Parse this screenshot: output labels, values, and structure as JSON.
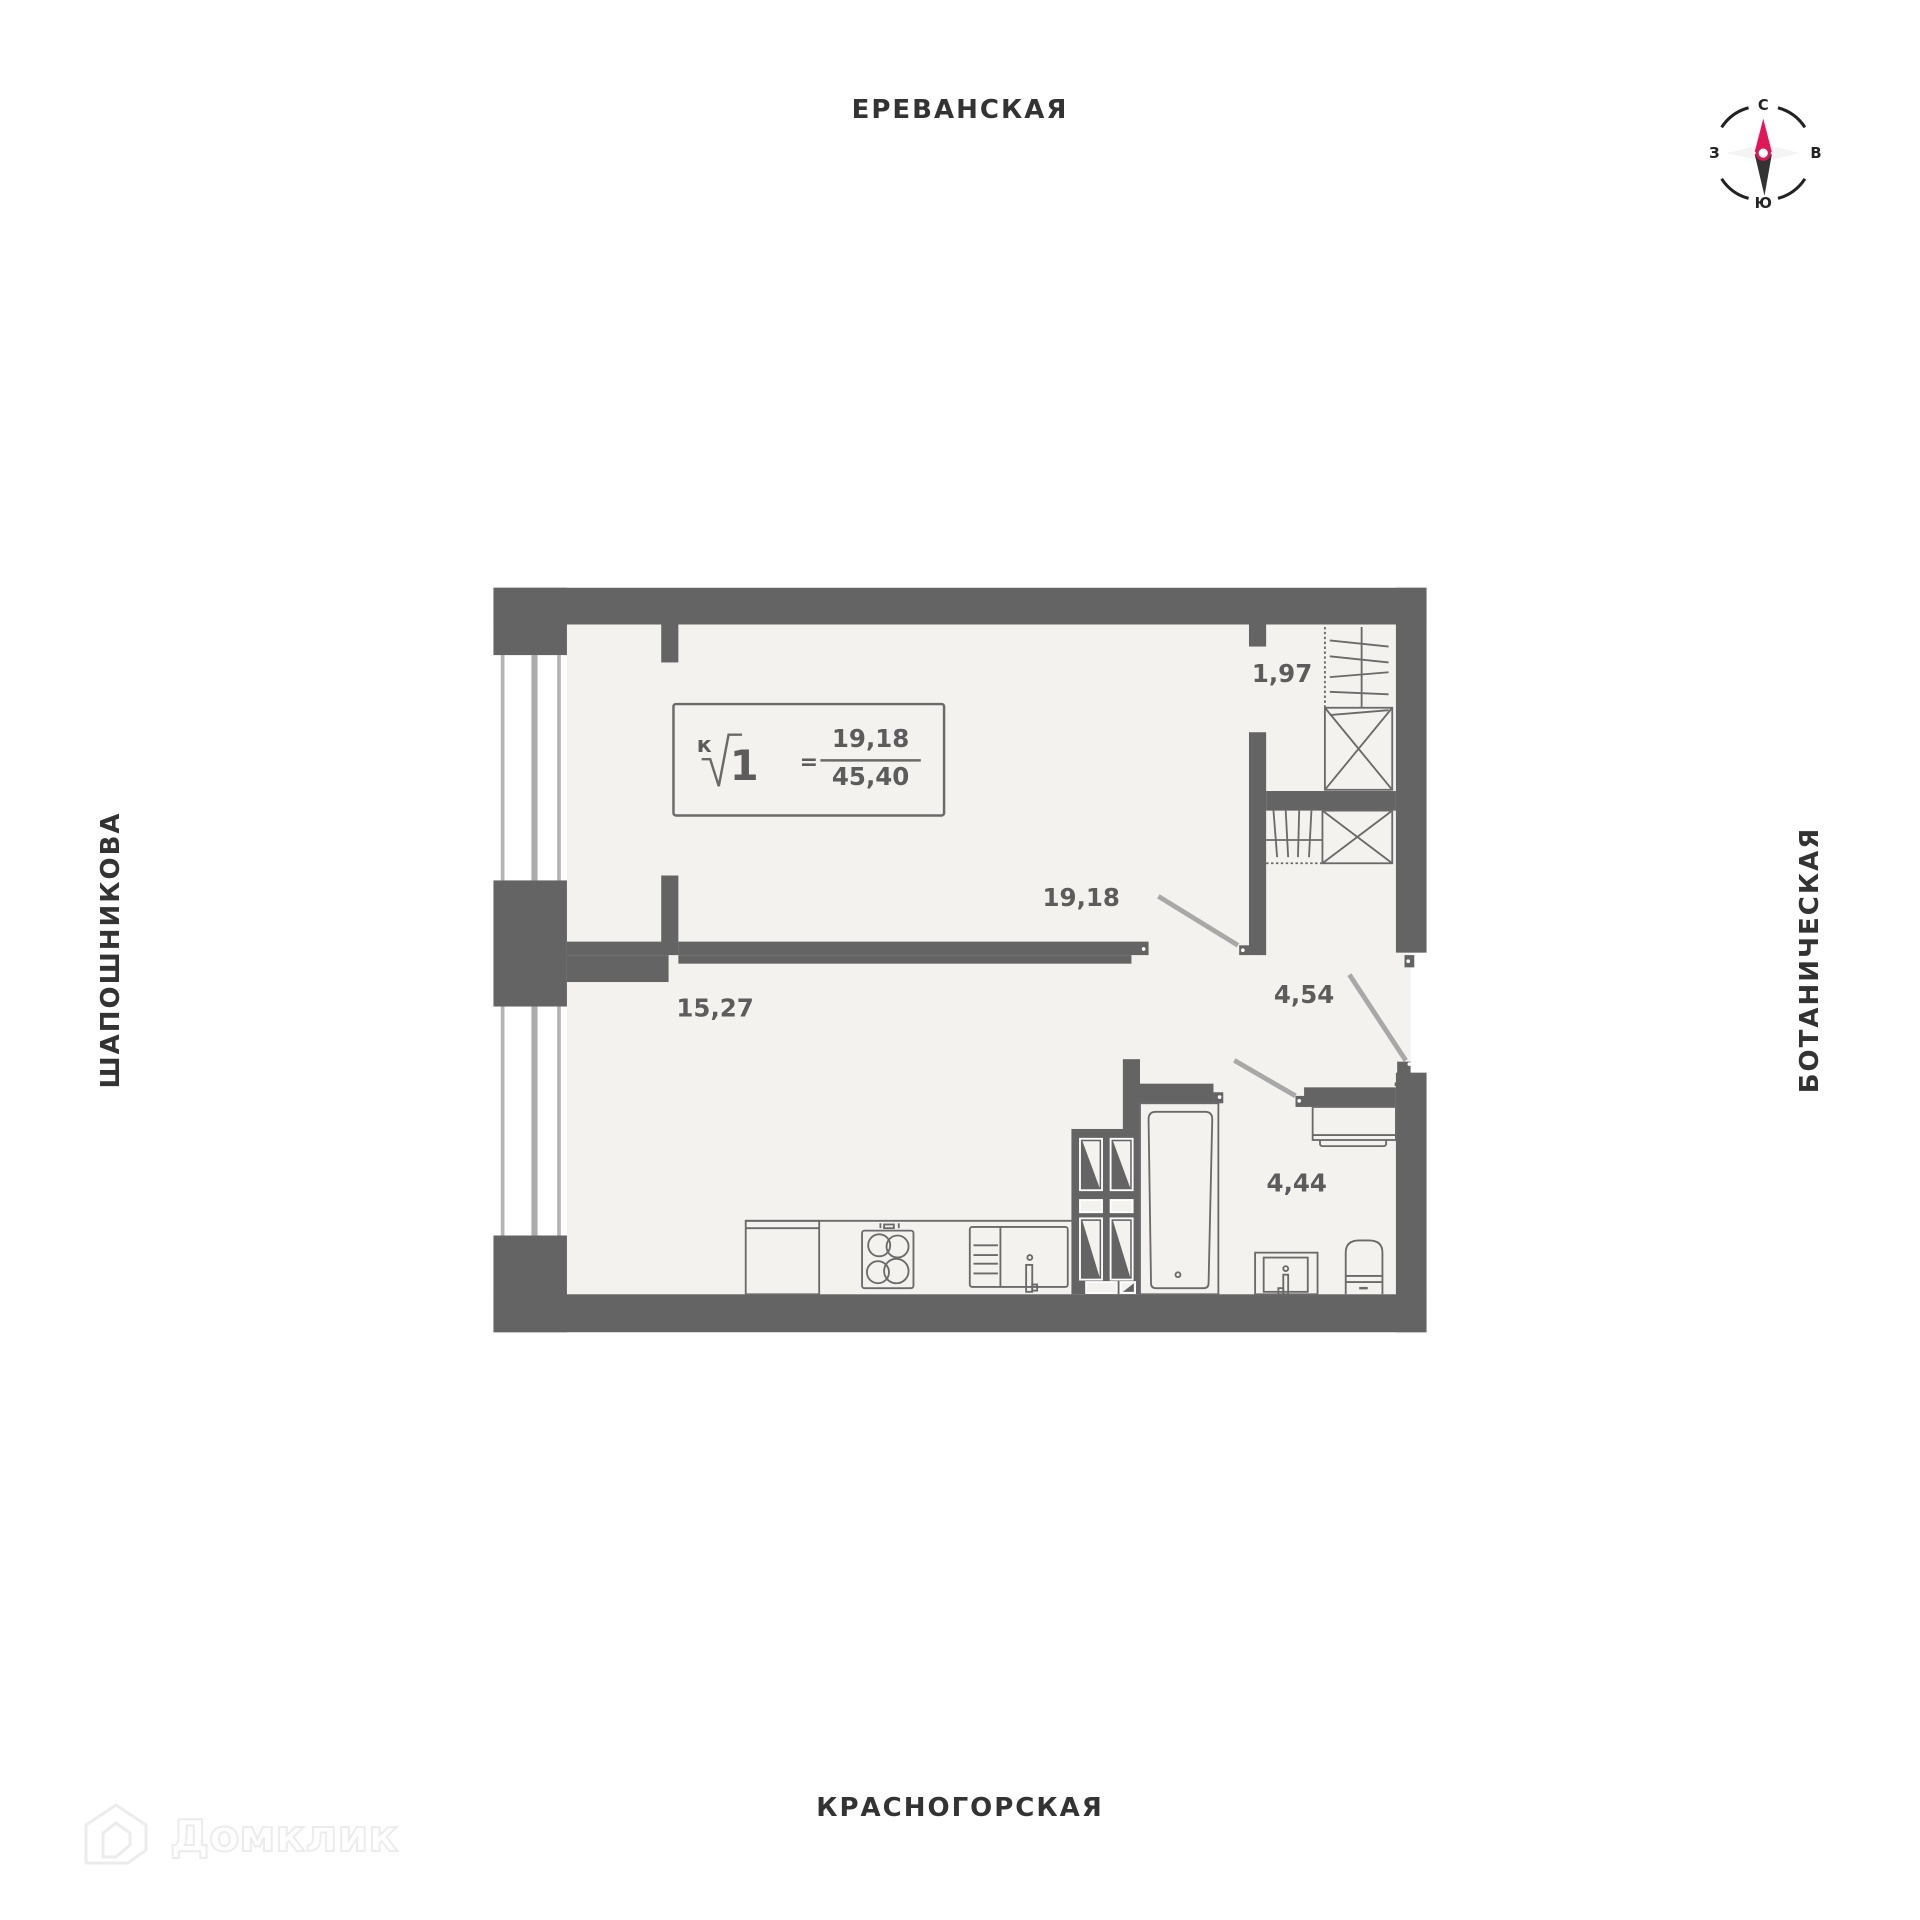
{
  "streets": {
    "top": "ЕРЕВАНСКАЯ",
    "bottom": "КРАСНОГОРСКАЯ",
    "left": "ШАПОШНИКОВА",
    "right": "БОТАНИЧЕСКАЯ"
  },
  "compass": {
    "north": "С",
    "south": "Ю",
    "west": "З",
    "east": "В",
    "needle_north_color": "#e0185a",
    "needle_south_color": "#333333"
  },
  "formula": {
    "prefix": "к",
    "rooms": "1",
    "equals": "=",
    "living_area": "19,18",
    "total_area": "45,40"
  },
  "rooms": [
    {
      "name": "living-room",
      "area": "19,18"
    },
    {
      "name": "kitchen-living",
      "area": "15,27"
    },
    {
      "name": "wardrobe",
      "area": "1,97"
    },
    {
      "name": "hallway",
      "area": "4,54"
    },
    {
      "name": "bathroom",
      "area": "4,44"
    }
  ],
  "watermark": {
    "text": "Домклик"
  },
  "colors": {
    "wall": "#646464",
    "floor": "#f4f2ef",
    "fixture_line": "#6a6a6a",
    "door_swing": "#a8a8a8",
    "street_text": "#333333"
  }
}
